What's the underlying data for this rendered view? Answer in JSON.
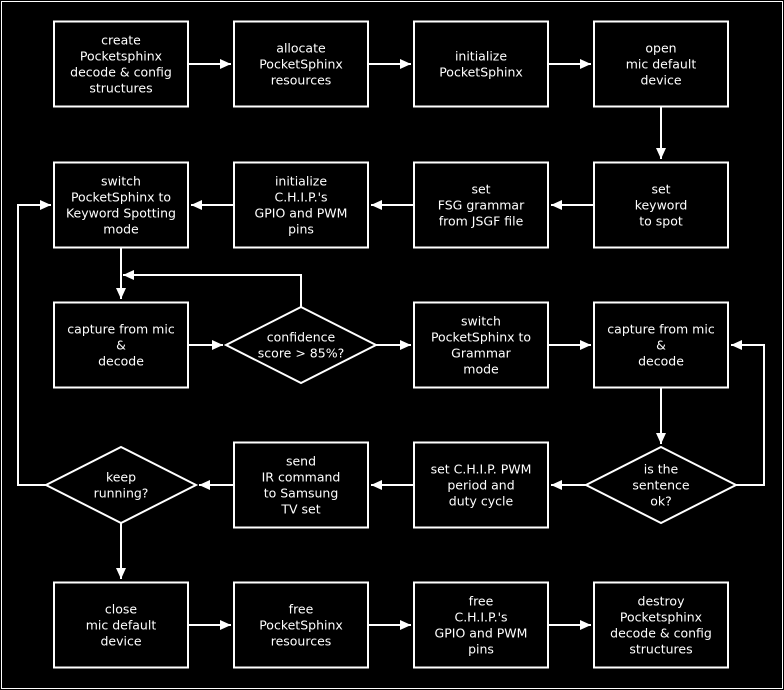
{
  "colors": {
    "background": "#000000",
    "stroke": "#ffffff",
    "text": "#ffffff"
  },
  "nodes": [
    {
      "id": "create",
      "shape": "process",
      "lines": [
        "create",
        "Pocketsphinx",
        "decode & config",
        "structures"
      ]
    },
    {
      "id": "allocate",
      "shape": "process",
      "lines": [
        "allocate",
        "PocketSphinx",
        "resources"
      ]
    },
    {
      "id": "init-ps",
      "shape": "process",
      "lines": [
        "initialize",
        "PocketSphinx"
      ]
    },
    {
      "id": "open-mic",
      "shape": "process",
      "lines": [
        "open",
        "mic default",
        "device"
      ]
    },
    {
      "id": "set-keyword",
      "shape": "process",
      "lines": [
        "set",
        "keyword",
        "to spot"
      ]
    },
    {
      "id": "set-fsg",
      "shape": "process",
      "lines": [
        "set",
        "FSG grammar",
        "from JSGF file"
      ]
    },
    {
      "id": "init-gpio",
      "shape": "process",
      "lines": [
        "initialize",
        "C.H.I.P.'s",
        "GPIO and PWM",
        "pins"
      ]
    },
    {
      "id": "switch-kws",
      "shape": "process",
      "lines": [
        "switch",
        "PocketSphinx to",
        "Keyword Spotting",
        "mode"
      ]
    },
    {
      "id": "capture-1",
      "shape": "process",
      "lines": [
        "capture from mic",
        "&",
        "decode"
      ]
    },
    {
      "id": "confidence",
      "shape": "decision",
      "lines": [
        "confidence",
        "score > 85%?"
      ]
    },
    {
      "id": "switch-grammar",
      "shape": "process",
      "lines": [
        "switch",
        "PocketSphinx to",
        "Grammar",
        "mode"
      ]
    },
    {
      "id": "capture-2",
      "shape": "process",
      "lines": [
        "capture from mic",
        "&",
        "decode"
      ]
    },
    {
      "id": "sentence-ok",
      "shape": "decision",
      "lines": [
        "is the",
        "sentence",
        "ok?"
      ]
    },
    {
      "id": "set-pwm",
      "shape": "process",
      "lines": [
        "set C.H.I.P. PWM",
        "period and",
        "duty cycle"
      ]
    },
    {
      "id": "send-ir",
      "shape": "process",
      "lines": [
        "send",
        "IR command",
        "to Samsung",
        "TV set"
      ]
    },
    {
      "id": "keep-running",
      "shape": "decision",
      "lines": [
        "keep",
        "running?"
      ]
    },
    {
      "id": "close-mic",
      "shape": "process",
      "lines": [
        "close",
        "mic default",
        "device"
      ]
    },
    {
      "id": "free-ps",
      "shape": "process",
      "lines": [
        "free",
        "PocketSphinx",
        "resources"
      ]
    },
    {
      "id": "free-gpio",
      "shape": "process",
      "lines": [
        "free",
        "C.H.I.P.'s",
        "GPIO and PWM",
        "pins"
      ]
    },
    {
      "id": "destroy",
      "shape": "process",
      "lines": [
        "destroy",
        "Pocketsphinx",
        "decode & config",
        "structures"
      ]
    }
  ]
}
